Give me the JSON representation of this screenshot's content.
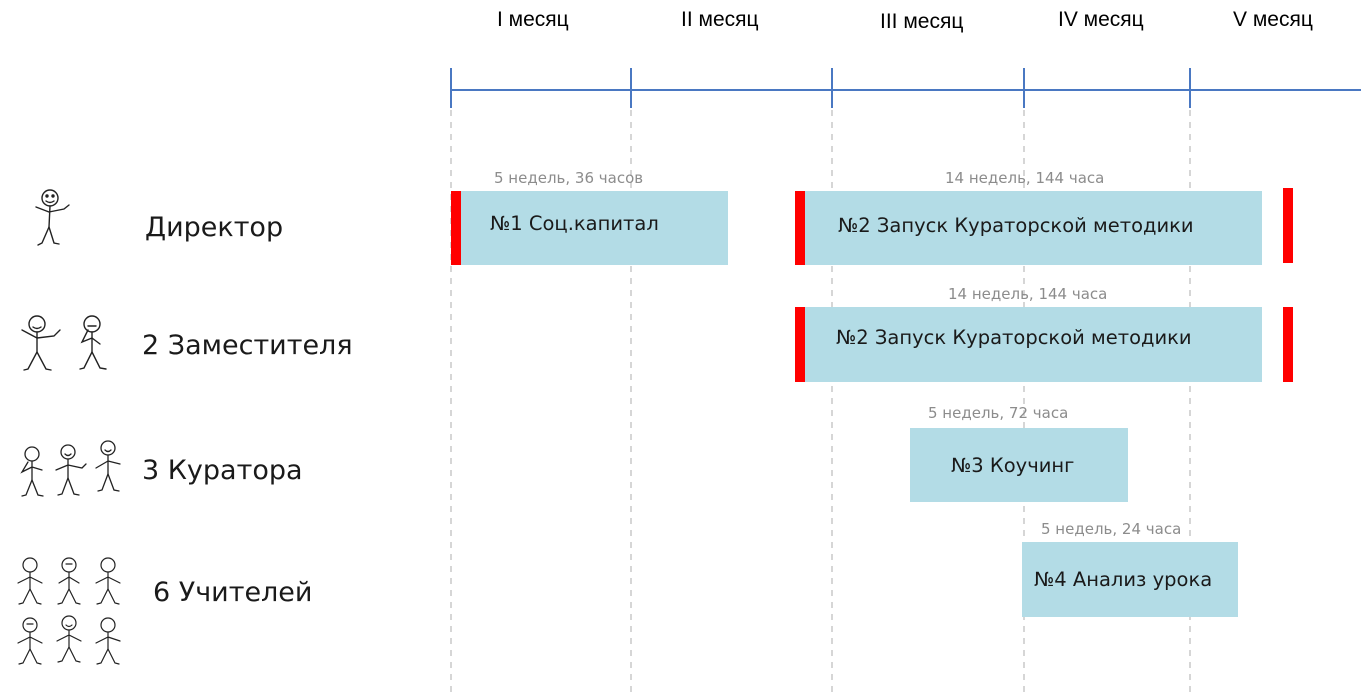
{
  "months": [
    "I месяц",
    "II месяц",
    "III месяц",
    "IV месяц",
    "V месяц"
  ],
  "roles": [
    {
      "label": "Директор",
      "icon": "stick-figure-director-icon"
    },
    {
      "label": "2 Заместителя",
      "icon": "stick-figures-deputies-icon"
    },
    {
      "label": "3 Куратора",
      "icon": "stick-figures-curators-icon"
    },
    {
      "label": "6 Учителей",
      "icon": "stick-figures-teachers-icon"
    }
  ],
  "tasks": [
    {
      "label": "№1 Соц.капитал",
      "duration": "5 недель, 36 часов",
      "role": "Директор"
    },
    {
      "label": "№2 Запуск Кураторской методики",
      "duration": "14 недель, 144 часа",
      "role": "Директор"
    },
    {
      "label": "№2 Запуск Кураторской методики",
      "duration": "14 недель, 144 часа",
      "role": "2 Заместителя"
    },
    {
      "label": "№3 Коучинг",
      "duration": "5 недель, 72 часа",
      "role": "3 Куратора"
    },
    {
      "label": "№4 Анализ урока",
      "duration": "5 недель, 24 часа",
      "role": "6 Учителей"
    }
  ],
  "colors": {
    "timeline": "#4a78c2",
    "gridline": "#c8c8c8",
    "bar": "#b3dce6",
    "marker": "#ff0000",
    "duration_text": "#8c8c8c"
  }
}
